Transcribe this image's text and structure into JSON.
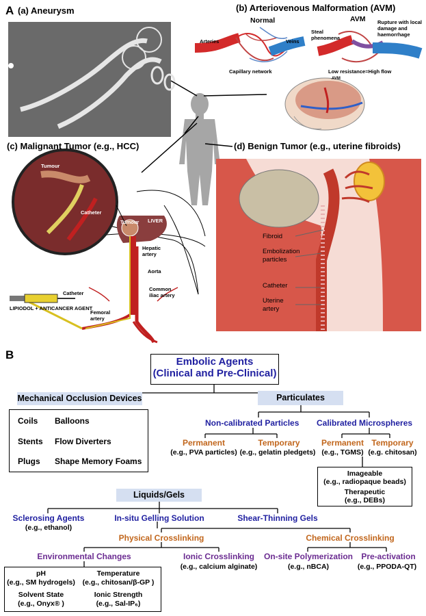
{
  "panelA": {
    "label": "A",
    "a_title": "(a)  Aneurysm",
    "b_title": "(b)  Arteriovenous Malformation (AVM)",
    "b_normal": "Normal",
    "b_avm": "AVM",
    "b_arteries": "Arteries",
    "b_veins": "Veins",
    "b_capillary": "Capillary network",
    "b_steal": "Steal\nphenomena",
    "b_rupture": "Rupture with local\ndamage and\nhaemorrhage",
    "b_lowres": "Low resistance=High flow",
    "b_avm_small": "AVM",
    "c_title": "(c)  Malignant Tumor (e.g., HCC)",
    "c_tumour1": "Tumour",
    "c_catheter1": "Catheter",
    "c_tumour2": "Tumour",
    "c_liver": "LIVER",
    "c_hepatic": "Hepatic\nartery",
    "c_aorta": "Aorta",
    "c_iliac": "Common\niliac artery",
    "c_femoral": "Femoral\nartery",
    "c_catheter2": "Catheter",
    "c_lipiodol": "LIPIODOL + ANTICANCER AGENT",
    "d_title": "(d)  Benign Tumor (e.g., uterine fibroids)",
    "d_fibroid": "Fibroid",
    "d_particles": "Embolization\nparticles",
    "d_catheter": "Catheter",
    "d_uterine": "Uterine\nartery"
  },
  "panelB": {
    "label": "B",
    "root_line1": "Embolic Agents",
    "root_line2": "(Clinical and Pre-Clinical)",
    "mech": {
      "header": "Mechanical Occlusion Devices",
      "items": [
        "Coils",
        "Balloons",
        "Stents",
        "Flow Diverters",
        "Plugs",
        "Shape Memory Foams"
      ]
    },
    "part": {
      "header": "Particulates",
      "noncal": "Non-calibrated Particles",
      "cal": "Calibrated Microspheres",
      "nc_perm": "Permanent",
      "nc_perm_ex": "(e.g., PVA particles)",
      "nc_temp": "Temporary",
      "nc_temp_ex": "(e.g., gelatin pledgets)",
      "c_perm": "Permanent",
      "c_perm_ex": "(e.g., TGMS)",
      "c_temp": "Temporary",
      "c_temp_ex": "(e.g. chitosan)",
      "imageable": "Imageable",
      "imageable_ex": "(e.g., radiopaque beads)",
      "therapeutic": "Therapeutic",
      "therapeutic_ex": "(e.g., DEBs)"
    },
    "liq": {
      "header": "Liquids/Gels",
      "scler": "Sclerosing Agents",
      "scler_ex": "(e.g., ethanol)",
      "insitu": "In-situ Gelling Solution",
      "shear": "Shear-Thinning Gels",
      "phys": "Physical Crosslinking",
      "chem": "Chemical Crosslinking",
      "env": "Environmental Changes",
      "ionic": "Ionic Crosslinking",
      "ionic_ex": "(e.g., calcium alginate)",
      "onsite": "On-site Polymerization",
      "onsite_ex": "(e.g., nBCA)",
      "preact": "Pre-activation",
      "preact_ex": "(e.g., PPODA-QT)",
      "ph": "pH",
      "ph_ex": "(e.g., SM hydrogels)",
      "temp": "Temperature",
      "temp_ex": "(e.g., chitosan/β-GP )",
      "solvent": "Solvent State",
      "solvent_ex": "(e.g., Onyx® )",
      "ionstr": "Ionic Strength",
      "ionstr_ex": "(e.g., Sal-IP₆)"
    }
  },
  "colors": {
    "blue": "#1f1fa0",
    "orange": "#c1661c",
    "purple": "#6b2c91",
    "header_fill": "#d5dff1",
    "artery_red": "#d32a2a",
    "vein_blue": "#2f7fc8"
  }
}
